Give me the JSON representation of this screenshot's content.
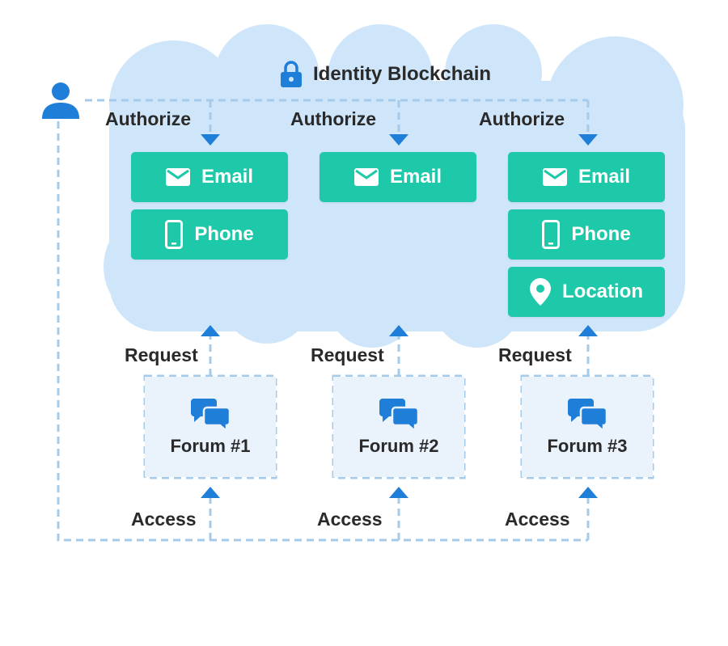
{
  "title": "Identity Blockchain",
  "columns": [
    {
      "authorize_label": "Authorize",
      "request_label": "Request",
      "access_label": "Access",
      "forum_label": "Forum #1",
      "chips": [
        {
          "label": "Email",
          "icon": "email-icon"
        },
        {
          "label": "Phone",
          "icon": "phone-icon"
        }
      ]
    },
    {
      "authorize_label": "Authorize",
      "request_label": "Request",
      "access_label": "Access",
      "forum_label": "Forum #2",
      "chips": [
        {
          "label": "Email",
          "icon": "email-icon"
        }
      ]
    },
    {
      "authorize_label": "Authorize",
      "request_label": "Request",
      "access_label": "Access",
      "forum_label": "Forum #3",
      "chips": [
        {
          "label": "Email",
          "icon": "email-icon"
        },
        {
          "label": "Phone",
          "icon": "phone-icon"
        },
        {
          "label": "Location",
          "icon": "location-pin-icon"
        }
      ]
    }
  ],
  "colors": {
    "cloud": "#cfe6fa",
    "chip": "#1ec9a9",
    "connector": "#a6cbea",
    "arrow": "#1f7ed8",
    "accent_icon": "#1f7ed8"
  }
}
